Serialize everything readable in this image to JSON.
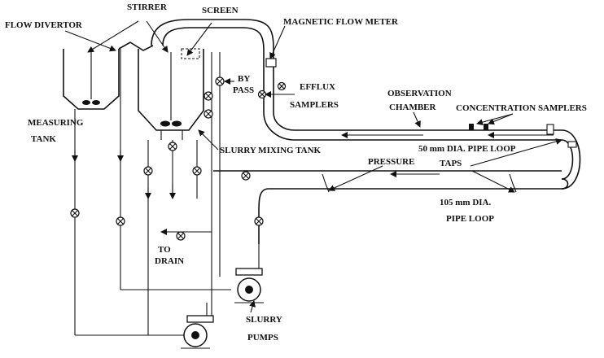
{
  "diagram": {
    "labels": {
      "stirrer": "STIRRER",
      "screen": "SCREEN",
      "magnetic_flow_meter": "MAGNETIC FLOW METER",
      "flow_divertor": "FLOW DIVERTOR",
      "efflux": "EFFLUX",
      "samplers": "SAMPLERS",
      "by": "BY",
      "pass": "PASS",
      "observation": "OBSERVATION",
      "chamber": "CHAMBER",
      "concentration_samplers": "CONCENTRATION SAMPLERS",
      "measuring": "MEASURING",
      "tank": "TANK",
      "slurry_mixing_tank": "SLURRY MIXING TANK",
      "pipe_50": "50 mm DIA. PIPE LOOP",
      "pressure": "PRESSURE",
      "taps": "TAPS",
      "pipe_105": "105 mm DIA.",
      "pipe_loop": "PIPE LOOP",
      "to": "TO",
      "drain": "DRAIN",
      "slurry": "SLURRY",
      "pumps": "PUMPS"
    }
  }
}
